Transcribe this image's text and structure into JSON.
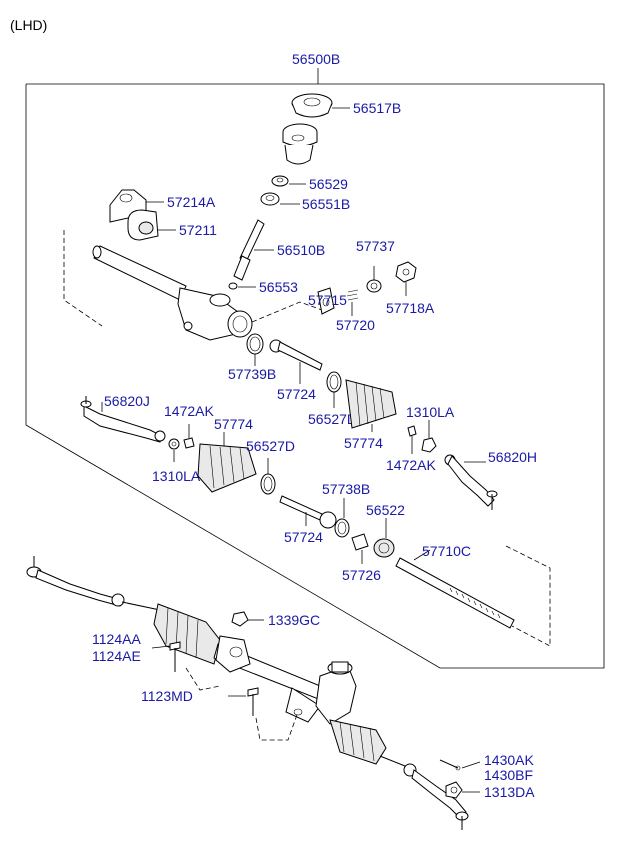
{
  "variant_label": "(LHD)",
  "assembly_label": "56500B",
  "callouts": {
    "c56517B": "56517B",
    "c56529": "56529",
    "c56551B": "56551B",
    "c57214A": "57214A",
    "c57211": "57211",
    "c56510B": "56510B",
    "c57737": "57737",
    "c57715": "57715",
    "c56553": "56553",
    "c57718A": "57718A",
    "c57720": "57720",
    "c57739B": "57739B",
    "c57724a": "57724",
    "c56820J": "56820J",
    "c1472AKa": "1472AK",
    "c57774a": "57774",
    "c56527Da": "56527D",
    "c57774b": "57774",
    "c1310LAa": "1310LA",
    "c1310LAb": "1310LA",
    "c1472AKb": "1472AK",
    "c56527Db": "56527D",
    "c56820H": "56820H",
    "c57738B": "57738B",
    "c56522": "56522",
    "c57724b": "57724",
    "c57710C": "57710C",
    "c57726": "57726",
    "c1339GC": "1339GC",
    "c1124AA": "1124AA",
    "c1124AE": "1124AE",
    "c1123MD": "1123MD",
    "c1430AK": "1430AK",
    "c1430BF": "1430BF",
    "c1313DA": "1313DA"
  }
}
